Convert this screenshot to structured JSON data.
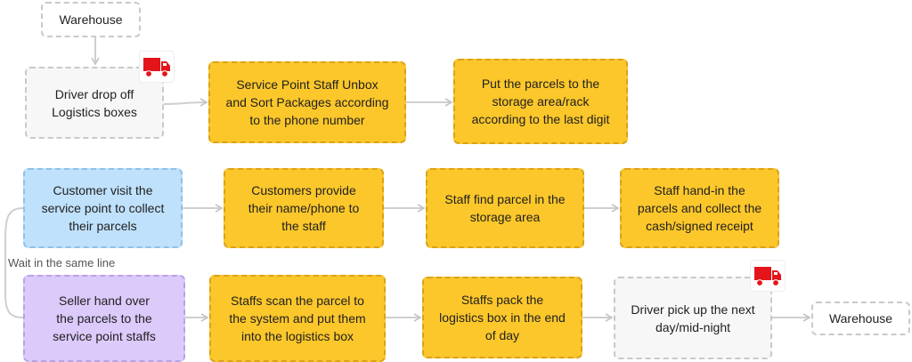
{
  "nodes": {
    "warehouse_top": "Warehouse",
    "driver_drop": "Driver drop off\nLogistics boxes",
    "staff_unbox": "Service Point Staff Unbox\nand Sort Packages according\nto the phone number",
    "put_parcels": "Put the parcels to the\nstorage area/rack\naccording to the last digit",
    "customer_visit": "Customer visit the\nservice point to collect\ntheir parcels",
    "customers_provide": "Customers provide\ntheir name/phone to\nthe staff",
    "staff_find": "Staff find parcel in the\nstorage area",
    "staff_handin": "Staff hand-in the\nparcels and collect the\ncash/signed receipt",
    "seller_handover": "Seller hand over\nthe parcels to the\nservice point staffs",
    "staffs_scan": "Staffs scan the parcel to\nthe system and put them\ninto the logistics box",
    "staffs_pack": "Staffs pack the\nlogistics box in the end\nof day",
    "driver_pickup": "Driver pick up the next\nday/mid-night",
    "warehouse_bottom": "Warehouse"
  },
  "labels": {
    "same_line": "Wait in the same line"
  },
  "colors": {
    "process": "#fcc72b",
    "customer": "#bfe1fb",
    "seller": "#dccafa",
    "truck": "#e3151a"
  },
  "icons": [
    "truck-icon",
    "truck-icon"
  ]
}
